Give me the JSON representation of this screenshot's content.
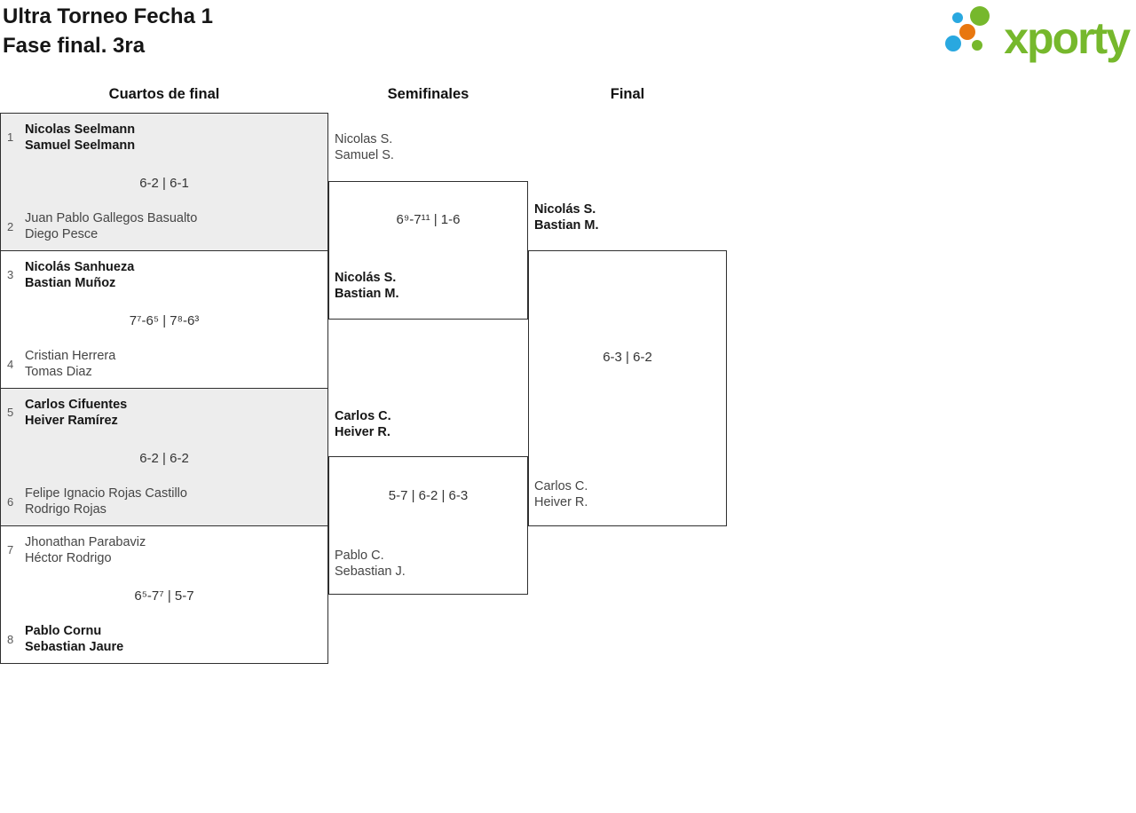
{
  "header": {
    "title_line1": "Ultra Torneo Fecha 1",
    "title_line2": "Fase final. 3ra"
  },
  "brand": {
    "name": "xporty",
    "colors": {
      "green": "#76b82c",
      "blue": "#29a8e0",
      "orange": "#e8770f"
    }
  },
  "columns": [
    "Cuartos de final",
    "Semifinales",
    "Final"
  ],
  "bracket": {
    "quarterfinals": [
      {
        "seed_top": "1",
        "top": [
          "Nicolas Seelmann",
          "Samuel Seelmann"
        ],
        "score": "6-2 | 6-1",
        "seed_bottom": "2",
        "bottom": [
          "Juan Pablo Gallegos Basualto",
          "Diego Pesce"
        ],
        "winner": "top"
      },
      {
        "seed_top": "3",
        "top": [
          "Nicolás Sanhueza",
          "Bastian Muñoz"
        ],
        "score": "7⁷-6⁵ | 7⁸-6³",
        "seed_bottom": "4",
        "bottom": [
          "Cristian Herrera",
          "Tomas Diaz"
        ],
        "winner": "top"
      },
      {
        "seed_top": "5",
        "top": [
          "Carlos Cifuentes",
          "Heiver Ramírez"
        ],
        "score": "6-2 | 6-2",
        "seed_bottom": "6",
        "bottom": [
          "Felipe Ignacio Rojas Castillo",
          "Rodrigo Rojas"
        ],
        "winner": "top"
      },
      {
        "seed_top": "7",
        "top": [
          "Jhonathan Parabaviz",
          "Héctor Rodrigo"
        ],
        "score": "6⁵-7⁷ | 5-7",
        "seed_bottom": "8",
        "bottom": [
          "Pablo Cornu",
          "Sebastian Jaure"
        ],
        "winner": "bottom"
      }
    ],
    "semifinals": [
      {
        "top": [
          "Nicolas S.",
          "Samuel S."
        ],
        "score": "6⁹-7¹¹ | 1-6",
        "bottom": [
          "Nicolás S.",
          "Bastian M."
        ],
        "winner": "bottom"
      },
      {
        "top": [
          "Carlos C.",
          "Heiver R."
        ],
        "score": "5-7 | 6-2 | 6-3",
        "bottom": [
          "Pablo C.",
          "Sebastian J."
        ],
        "winner": "top"
      }
    ],
    "final": {
      "top": [
        "Nicolás S.",
        "Bastian M."
      ],
      "score": "6-3 | 6-2",
      "bottom": [
        "Carlos C.",
        "Heiver R."
      ],
      "winner": "top"
    }
  }
}
